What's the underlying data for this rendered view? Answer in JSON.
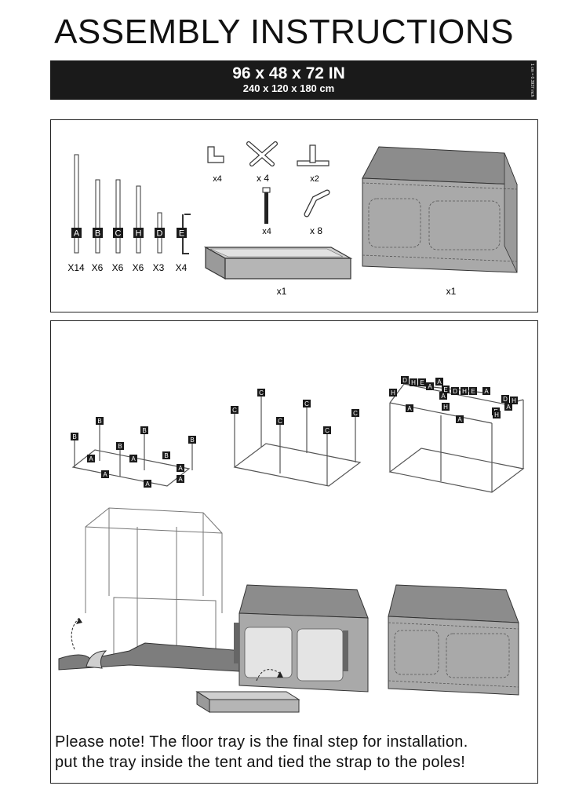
{
  "title": "ASSEMBLY INSTRUCTIONS",
  "dimensions": {
    "imperial": "96 x 48 x 72 IN",
    "metric": "240 x 120 x 180 cm"
  },
  "side_tab_text": "1 cm = 0.3937 inch",
  "poles": [
    {
      "label": "A",
      "qty": "X14"
    },
    {
      "label": "B",
      "qty": "X6"
    },
    {
      "label": "C",
      "qty": "X6"
    },
    {
      "label": "H",
      "qty": "X6"
    },
    {
      "label": "D",
      "qty": "X3"
    },
    {
      "label": "E",
      "qty": "X4"
    }
  ],
  "connectors": {
    "elbow": "x4",
    "cross": "x 4",
    "tee": "x2",
    "strap": "x4",
    "angle": "x 8"
  },
  "tray_qty": "x1",
  "tent_qty": "x1",
  "note_lines": [
    "Please note! The floor tray is the final step for installation.",
    "put the tray inside the tent and tied the strap to the poles!"
  ],
  "colors": {
    "banner": "#1a1a1a",
    "tent": "#a9a9a9",
    "tent_roof": "#8c8c8c",
    "tray": "#b5b5b5"
  }
}
